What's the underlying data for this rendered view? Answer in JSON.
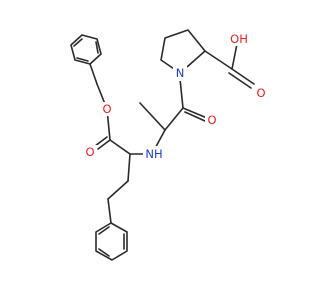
{
  "atoms": {
    "nitrogen": "N",
    "amine": "NH",
    "ester_oxygen": "O",
    "ester_carbonyl_oxygen": "O",
    "amide_carbonyl_oxygen": "O",
    "acid_carbonyl_oxygen": "O",
    "acid_hydroxyl": "OH"
  },
  "colors": {
    "bond": "#2b2b2b",
    "nitrogen": "#1f3fcc",
    "oxygen": "#e8211f"
  }
}
